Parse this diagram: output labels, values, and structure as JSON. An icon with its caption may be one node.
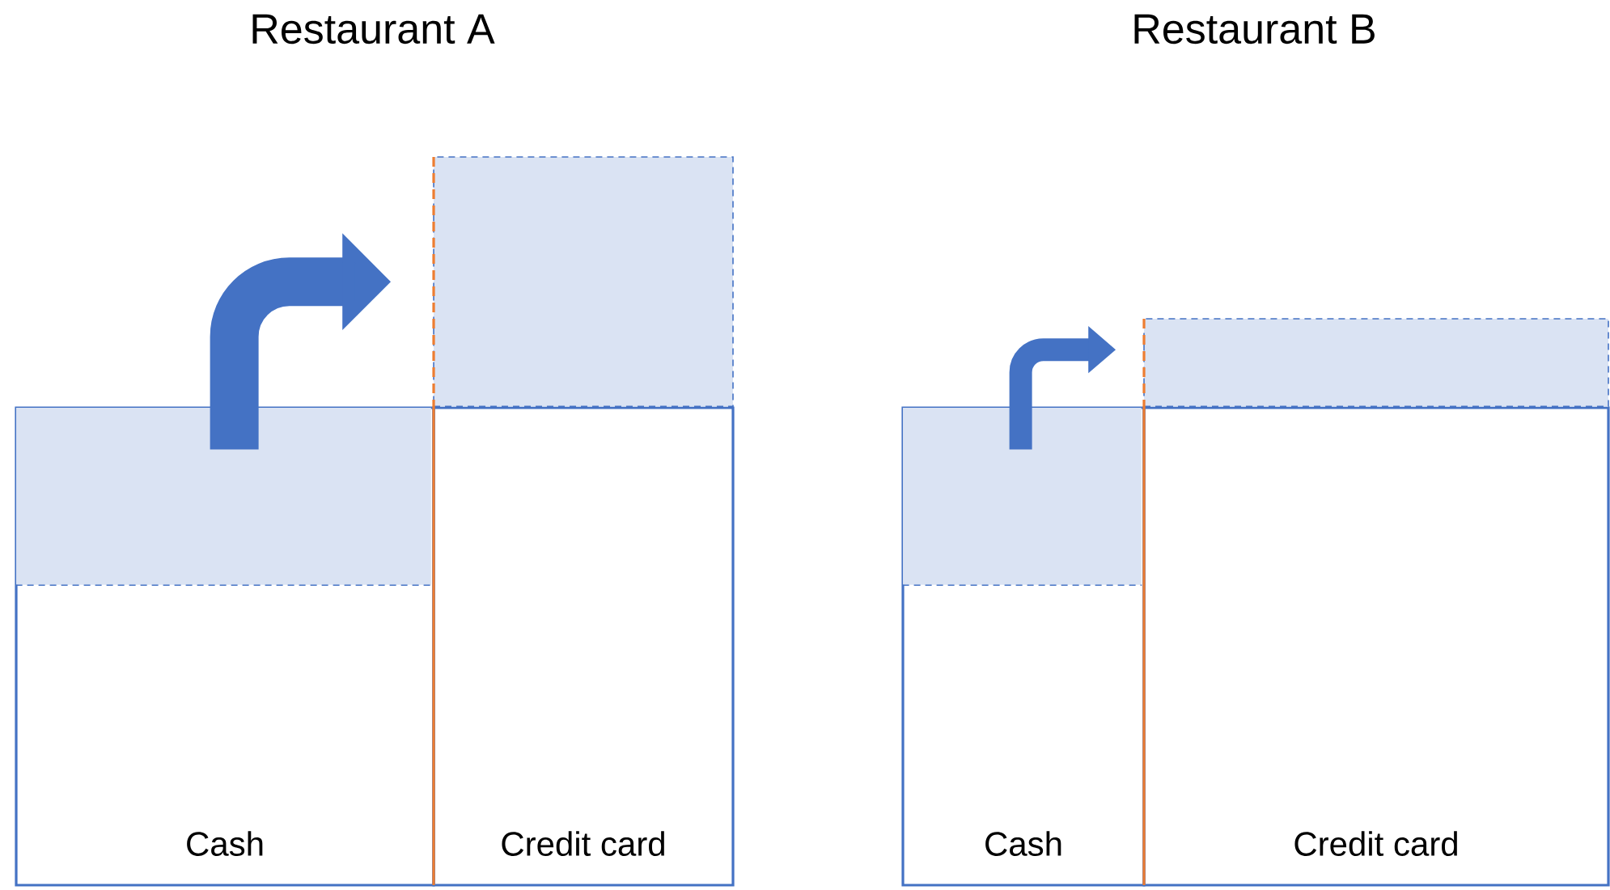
{
  "diagram": {
    "nodes": [
      {
        "text": [
          "Cash"
        ]
      },
      {
        "text": [],
        "shape": "box",
        "in": 0
      },
      {
        "text": [
          "Credit card"
        ]
      },
      {
        "text": [],
        "shape": "box"
      },
      {
        "text": [
          "Cash"
        ]
      },
      {
        "text": [],
        "shape": "box",
        "in": 4
      },
      {
        "text": [
          "Credit card"
        ]
      },
      {
        "text": [],
        "shape": "box"
      }
    ],
    "edges": [
      {
        "from": 1,
        "to": 3,
        "arrow": "to",
        "style": "thick"
      },
      {
        "from": 5,
        "to": 7,
        "arrow": "to"
      }
    ],
    "labels": [
      "Restaurant A",
      "Restaurant B"
    ]
  }
}
